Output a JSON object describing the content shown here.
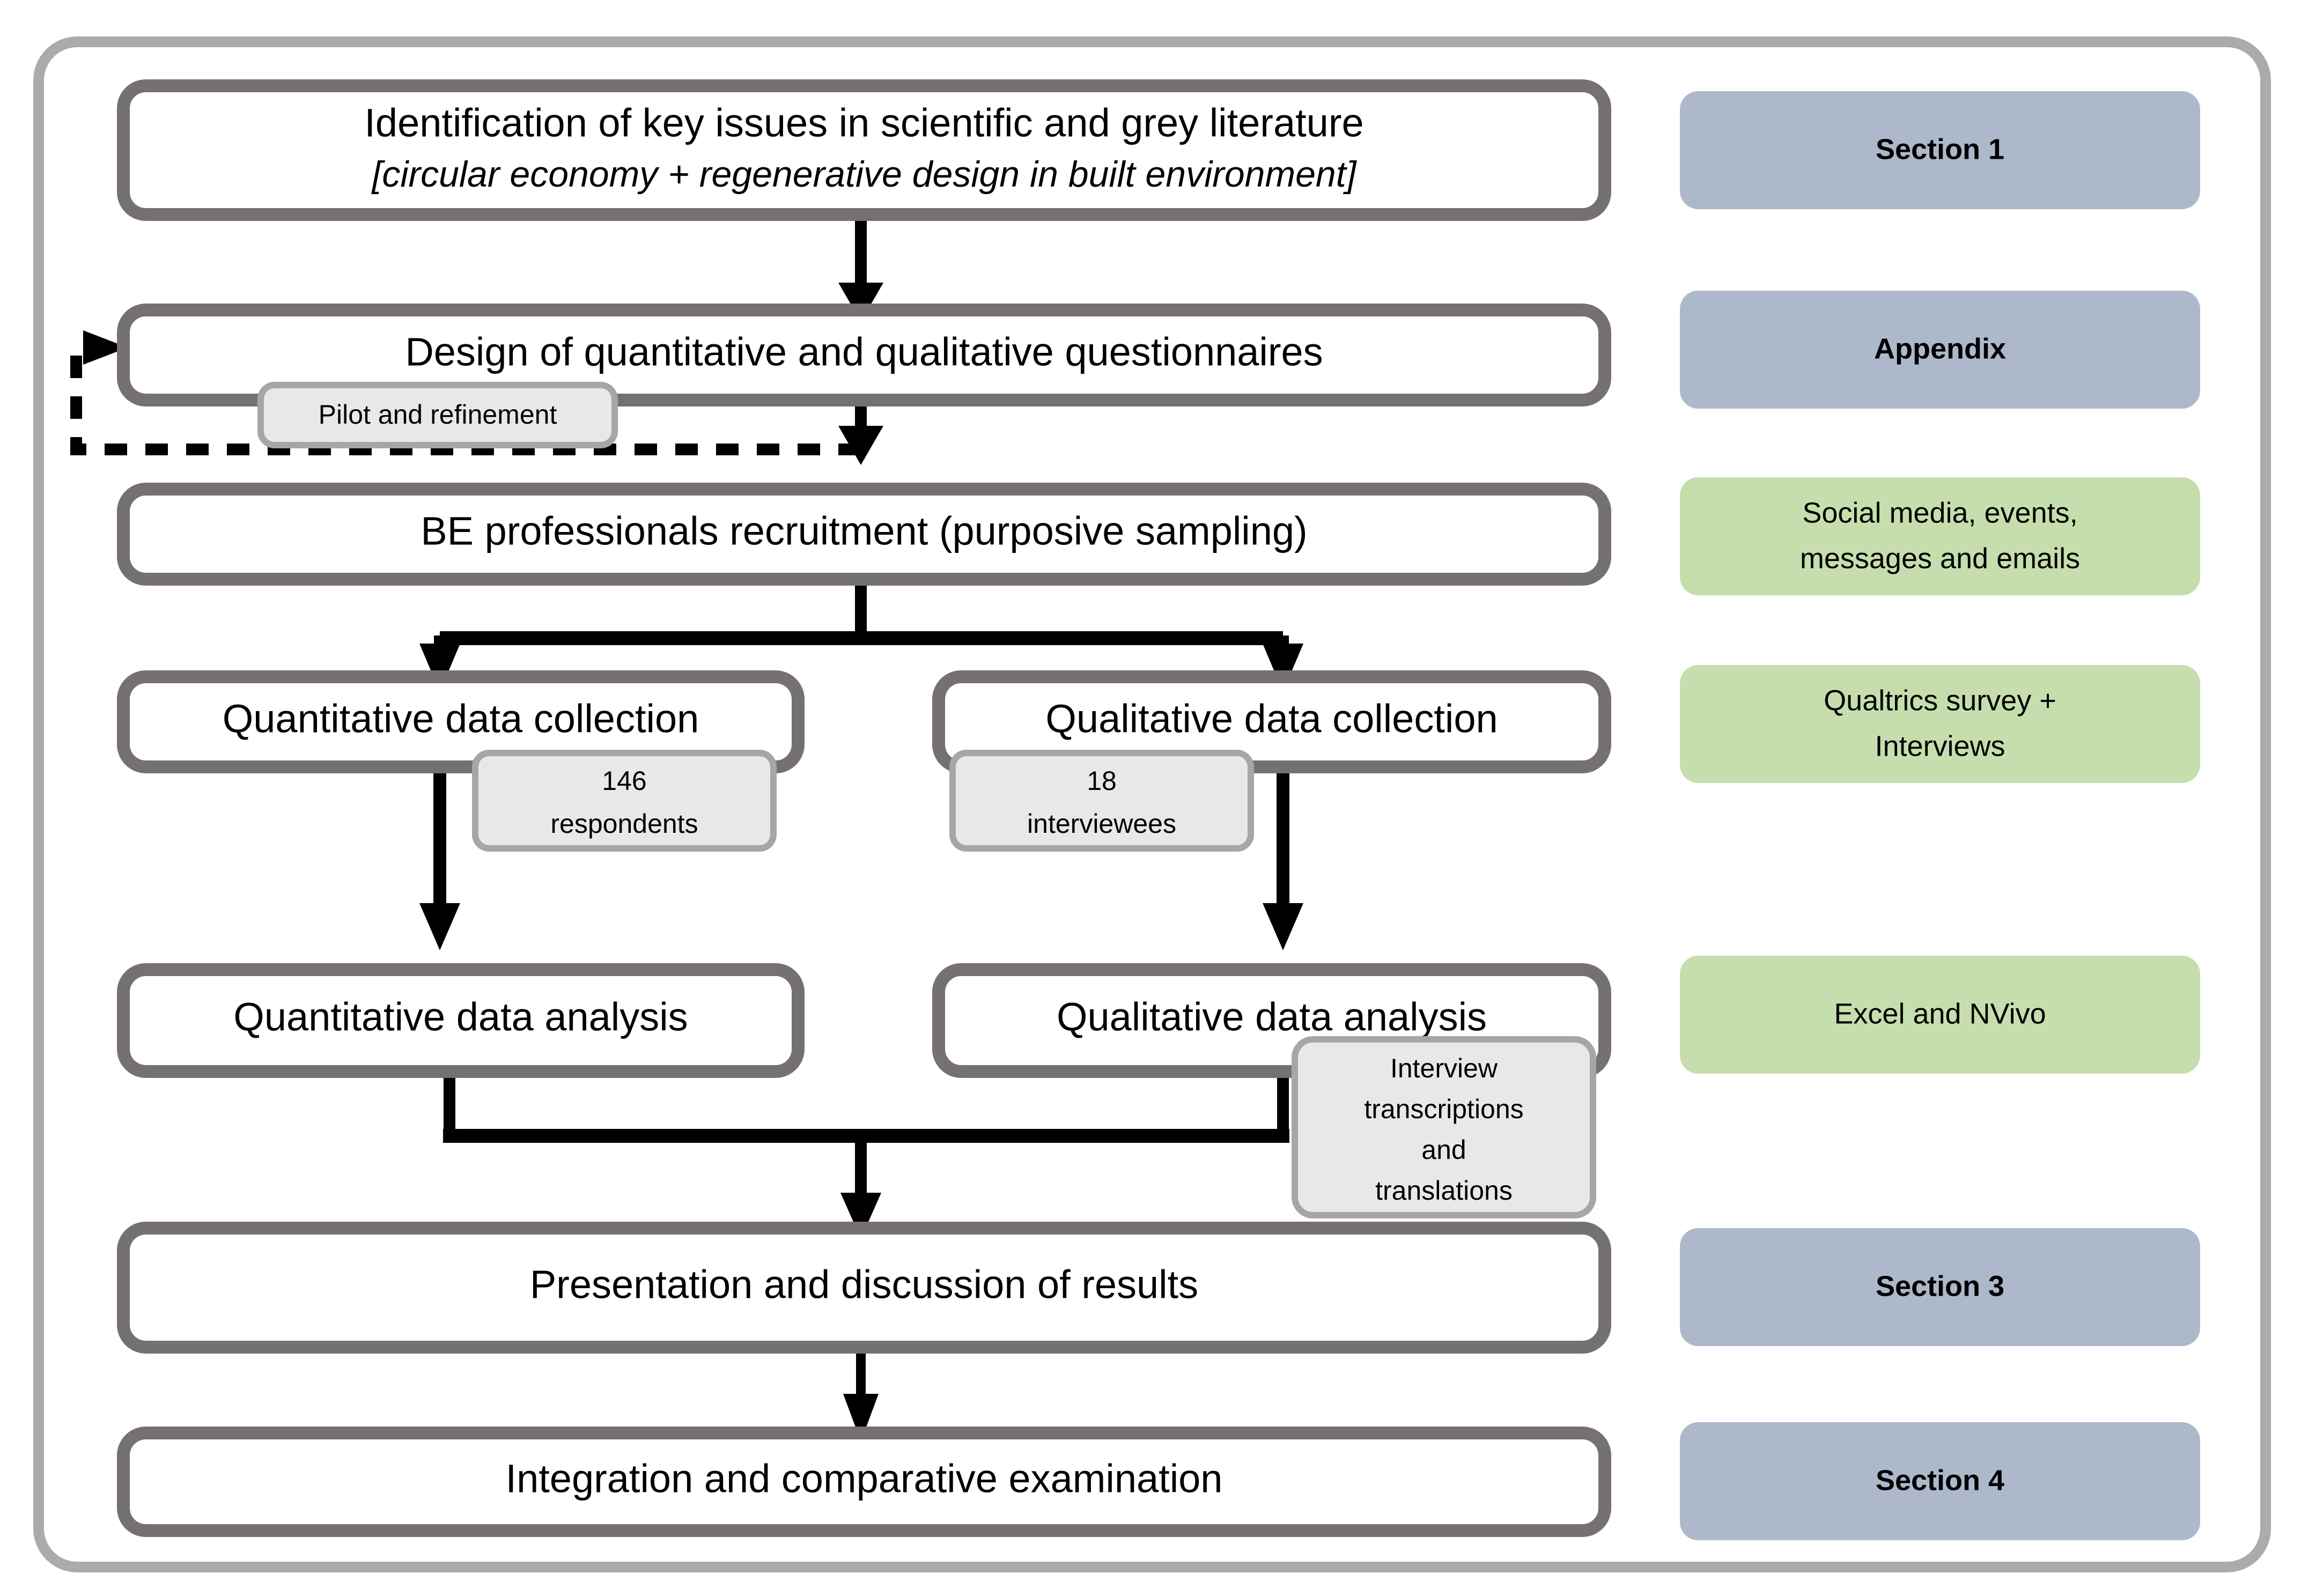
{
  "figure": {
    "type": "flowchart",
    "orientation": "vertical",
    "description": "Research methodology flowchart"
  },
  "colors": {
    "outer_frame": "#ABABAB",
    "box_border": "#767171",
    "box_fill": "#FFFFFF",
    "callout_fill": "#E8E8E8",
    "callout_border": "#A6A6A6",
    "side_blue": "#ADB8CB",
    "side_green": "#C6DEAD",
    "arrow": "#000000",
    "text": "#000000"
  },
  "flow": {
    "nodes": [
      {
        "id": "n1",
        "line1": "Identification of key issues in scientific and grey literature",
        "line2": "[circular economy + regenerative design in built environment]",
        "line2_style": "italic"
      },
      {
        "id": "n2",
        "line1": "Design of quantitative and qualitative questionnaires"
      },
      {
        "id": "n3",
        "line1": "BE professionals recruitment (purposive sampling)"
      },
      {
        "id": "n4a",
        "line1": "Quantitative data collection"
      },
      {
        "id": "n4b",
        "line1": "Qualitative data collection"
      },
      {
        "id": "n5a",
        "line1": "Quantitative data analysis"
      },
      {
        "id": "n5b",
        "line1": "Qualitative data analysis"
      },
      {
        "id": "n6",
        "line1": "Presentation and discussion of results"
      },
      {
        "id": "n7",
        "line1": "Integration and comparative examination"
      }
    ],
    "callouts": [
      {
        "id": "c1",
        "lines": [
          "Pilot and refinement"
        ],
        "attached_to": "n2"
      },
      {
        "id": "c2",
        "lines": [
          "146",
          "respondents"
        ],
        "attached_to": "n4a"
      },
      {
        "id": "c3",
        "lines": [
          "18",
          "interviewees"
        ],
        "attached_to": "n4b"
      },
      {
        "id": "c4",
        "lines": [
          "Interview",
          "transcriptions",
          "and",
          "translations"
        ],
        "attached_to": "n5b"
      }
    ],
    "edges": [
      {
        "from": "n1",
        "to": "n2",
        "style": "solid"
      },
      {
        "from": "n2",
        "to": "n3",
        "style": "solid"
      },
      {
        "from": "n3",
        "to": "n4a",
        "style": "solid-split"
      },
      {
        "from": "n3",
        "to": "n4b",
        "style": "solid-split"
      },
      {
        "from": "n4a",
        "to": "n5a",
        "style": "solid"
      },
      {
        "from": "n4b",
        "to": "n5b",
        "style": "solid"
      },
      {
        "from": "n5a",
        "to": "n6",
        "style": "solid-merge"
      },
      {
        "from": "n5b",
        "to": "n6",
        "style": "solid-merge"
      },
      {
        "from": "n6",
        "to": "n7",
        "style": "solid"
      },
      {
        "from": "n2",
        "to": "n2",
        "style": "dashed-feedback",
        "label": "Pilot and refinement"
      }
    ]
  },
  "side_labels": [
    {
      "id": "s1",
      "lines": [
        "Section 1"
      ],
      "color": "blue",
      "bold": true,
      "aligns_to": "n1"
    },
    {
      "id": "s2",
      "lines": [
        "Appendix"
      ],
      "color": "blue",
      "bold": true,
      "aligns_to": "n2"
    },
    {
      "id": "s3",
      "lines": [
        "Social media, events,",
        "messages and emails"
      ],
      "color": "green",
      "bold": false,
      "aligns_to": "n3"
    },
    {
      "id": "s4",
      "lines": [
        "Qualtrics survey +",
        "Interviews"
      ],
      "color": "green",
      "bold": false,
      "aligns_to": "n4"
    },
    {
      "id": "s5",
      "lines": [
        "Excel and NVivo"
      ],
      "color": "green",
      "bold": false,
      "aligns_to": "n5"
    },
    {
      "id": "s6",
      "lines": [
        "Section 3"
      ],
      "color": "blue",
      "bold": true,
      "aligns_to": "n6"
    },
    {
      "id": "s7",
      "lines": [
        "Section 4"
      ],
      "color": "blue",
      "bold": true,
      "aligns_to": "n7"
    }
  ]
}
